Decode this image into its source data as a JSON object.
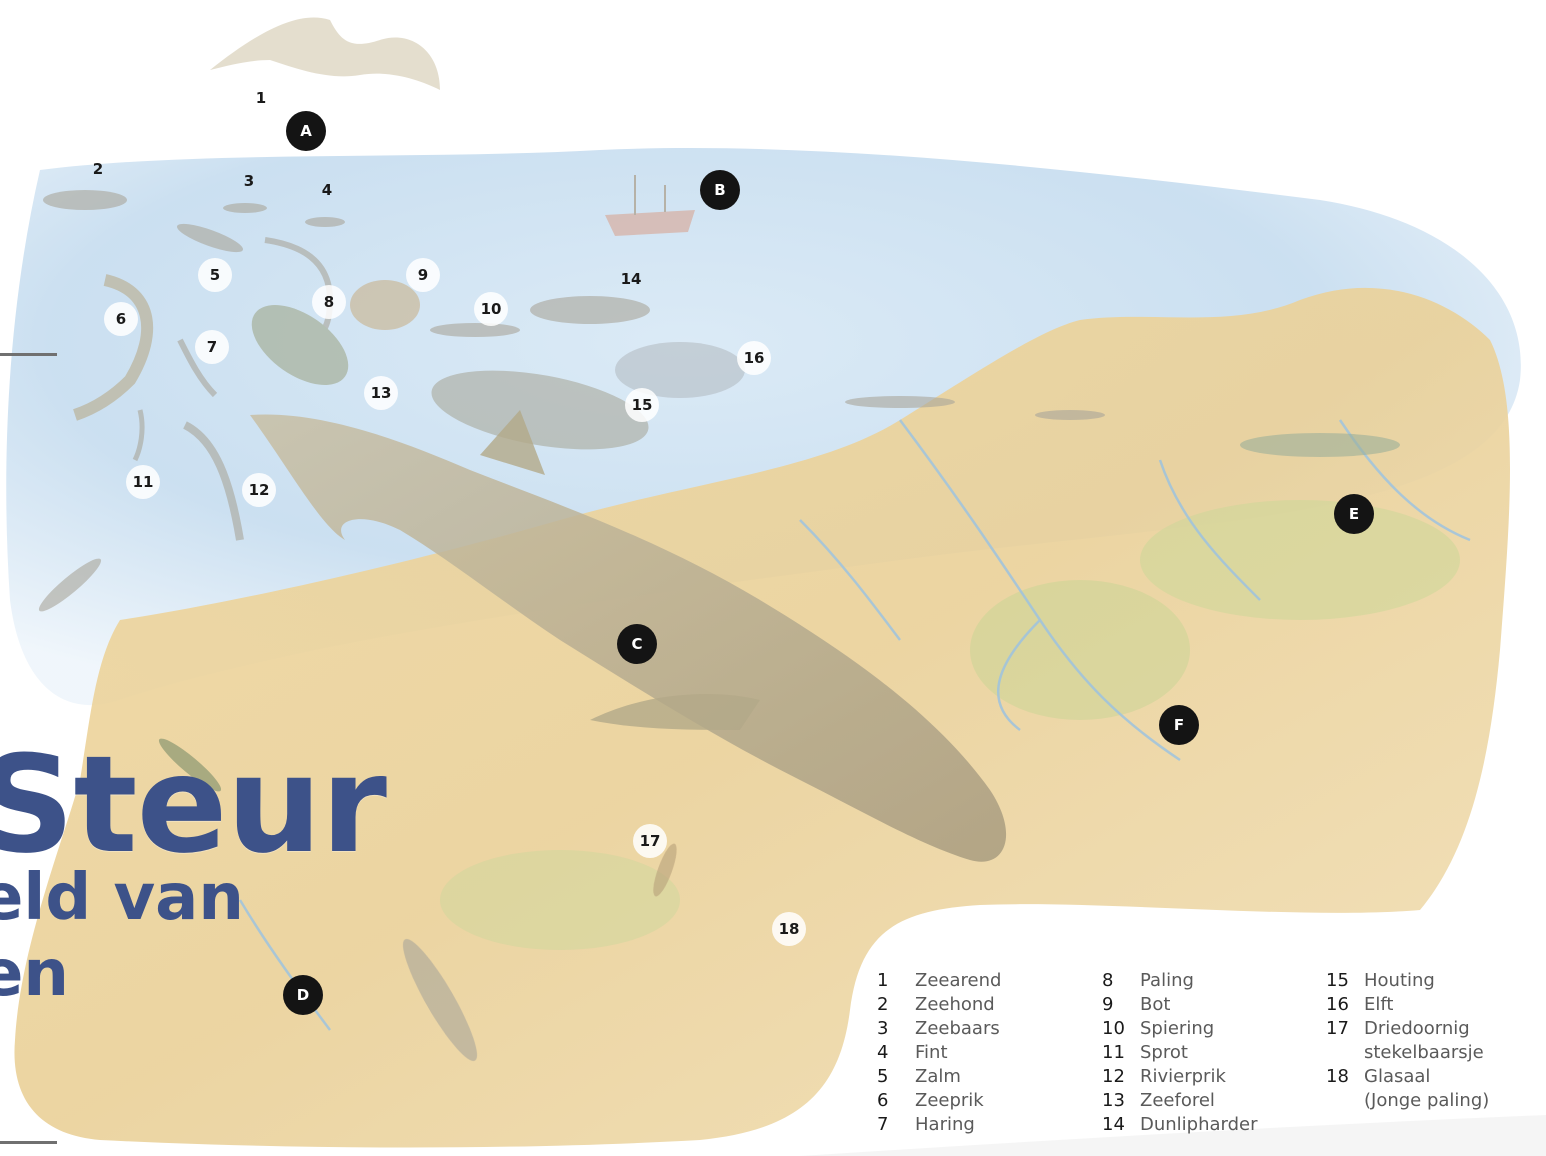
{
  "title": {
    "main": "Steur",
    "sub_line1": "eld van",
    "sub_line2": "en"
  },
  "zones": [
    "A",
    "B",
    "C",
    "D",
    "E",
    "F"
  ],
  "numbers": [
    "1",
    "2",
    "3",
    "4",
    "5",
    "6",
    "7",
    "8",
    "9",
    "10",
    "11",
    "12",
    "13",
    "14",
    "15",
    "16",
    "17",
    "18"
  ],
  "legend": {
    "columns": [
      [
        {
          "n": "1",
          "name": "Zeearend"
        },
        {
          "n": "2",
          "name": "Zeehond"
        },
        {
          "n": "3",
          "name": "Zeebaars"
        },
        {
          "n": "4",
          "name": "Fint"
        },
        {
          "n": "5",
          "name": "Zalm"
        },
        {
          "n": "6",
          "name": "Zeeprik"
        },
        {
          "n": "7",
          "name": "Haring"
        }
      ],
      [
        {
          "n": "8",
          "name": "Paling"
        },
        {
          "n": "9",
          "name": "Bot"
        },
        {
          "n": "10",
          "name": "Spiering"
        },
        {
          "n": "11",
          "name": "Sprot"
        },
        {
          "n": "12",
          "name": "Rivierprik"
        },
        {
          "n": "13",
          "name": "Zeeforel"
        },
        {
          "n": "14",
          "name": "Dunlipharder"
        }
      ],
      [
        {
          "n": "15",
          "name": "Houting"
        },
        {
          "n": "16",
          "name": "Elft"
        },
        {
          "n": "17",
          "name": "Driedoornig"
        },
        {
          "n": "",
          "name": "stekelbaarsje"
        },
        {
          "n": "18",
          "name": "Glasaal"
        },
        {
          "n": "",
          "name": "(Jonge paling)"
        }
      ]
    ]
  },
  "colors": {
    "title": "#3d5289",
    "sea": "#c9dff0",
    "land": "#ecd49a",
    "zone_badge": "#141414"
  }
}
